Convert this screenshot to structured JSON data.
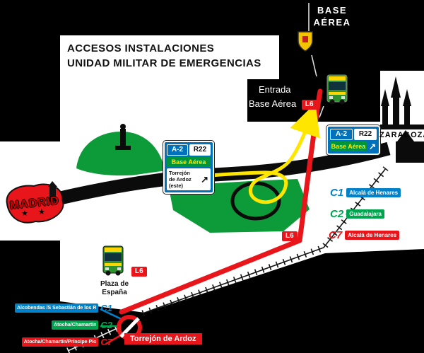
{
  "title": {
    "line1": "ACCESOS INSTALACIONES",
    "line2": "UNIDAD MILITAR DE EMERGENCIAS"
  },
  "base_label": {
    "line1": "BASE",
    "line2": "AÉREA"
  },
  "entrance": {
    "line1": "Entrada",
    "line2": "Base Aérea",
    "badge": "L6"
  },
  "signs": {
    "center": {
      "road_a": "A-2",
      "road_b": "R22",
      "dest": "Base Aérea",
      "sub1": "Torrejón",
      "sub2": "de Ardoz (este)",
      "arrow": "↗"
    },
    "right": {
      "road_a": "A-2",
      "road_b": "R22",
      "dest": "Base Aérea",
      "arrow": "↗"
    }
  },
  "cities": {
    "madrid": "MADRID",
    "zaragoza": "ZARAGOZA",
    "torrejon": "Torrejón de Ardoz"
  },
  "bus_stop": {
    "line1": "Plaza de",
    "line2": "España",
    "badge": "L6"
  },
  "route": {
    "badge_mid": "L6"
  },
  "rail_right": [
    {
      "line": "C1",
      "dest": "Alcalá de Henares",
      "color": "#0082ca"
    },
    {
      "line": "C2",
      "dest": "Guadalajara",
      "color": "#00a44f"
    },
    {
      "line": "C7",
      "dest": "Alcalá de Henares",
      "color": "#e8151b"
    }
  ],
  "rail_left": [
    {
      "line": "C1",
      "dest": "Alcobendas /S Sebastián de los R",
      "color": "#0082ca"
    },
    {
      "line": "C2",
      "dest": "Atocha/Chamartín",
      "color": "#00a44f"
    },
    {
      "line": "C7",
      "dest": "Atocha/Chamartín/Príncipe Pío",
      "color": "#e8151b"
    }
  ],
  "icons": {
    "star": "★"
  },
  "colors": {
    "accent_red": "#e8151b",
    "sign_blue": "#0072bc",
    "sign_green": "#00953b",
    "route_yellow": "#ffe600",
    "map_green": "#0d9b3a"
  }
}
